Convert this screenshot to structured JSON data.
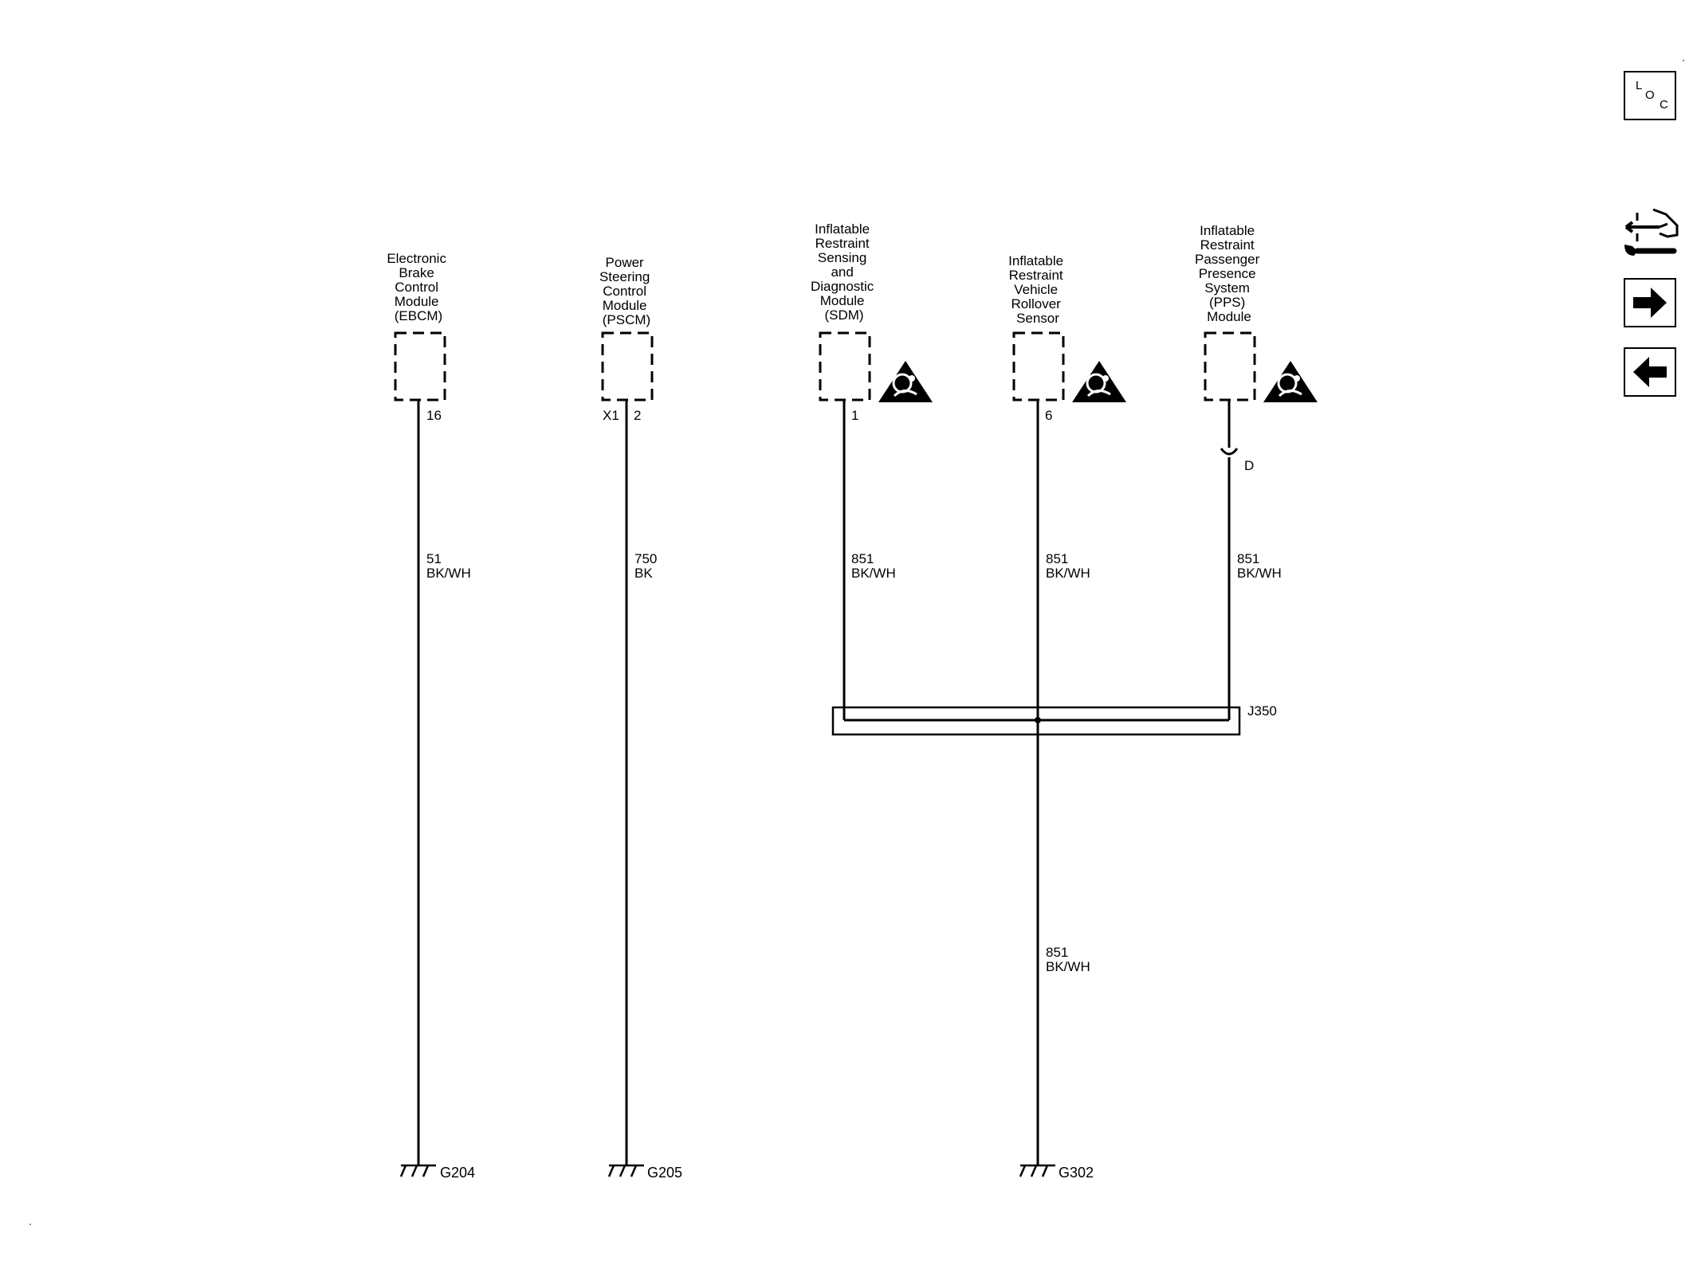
{
  "components": {
    "ebcm": {
      "title": [
        "Electronic",
        "Brake",
        "Control",
        "Module",
        "(EBCM)"
      ],
      "pin": "16"
    },
    "pscm": {
      "title": [
        "Power",
        "Steering",
        "Control",
        "Module",
        "(PSCM)"
      ],
      "connector": "X1",
      "pin": "2"
    },
    "sdm": {
      "title": [
        "Inflatable",
        "Restraint",
        "Sensing",
        "and",
        "Diagnostic",
        "Module",
        "(SDM)"
      ],
      "pin": "1"
    },
    "rollover": {
      "title": [
        "Inflatable",
        "Restraint",
        "Vehicle",
        "Rollover",
        "Sensor"
      ],
      "pin": "6"
    },
    "pps": {
      "title": [
        "Inflatable",
        "Restraint",
        "Passenger",
        "Presence",
        "System",
        "(PPS)",
        "Module"
      ],
      "pin": "D"
    }
  },
  "wires": {
    "ebcm": {
      "circuit": "51",
      "color": "BK/WH"
    },
    "pscm": {
      "circuit": "750",
      "color": "BK"
    },
    "sdm": {
      "circuit": "851",
      "color": "BK/WH"
    },
    "rollover": {
      "circuit": "851",
      "color": "BK/WH"
    },
    "pps": {
      "circuit": "851",
      "color": "BK/WH"
    },
    "rollover_lower": {
      "circuit": "851",
      "color": "BK/WH"
    }
  },
  "splice": {
    "name": "J350"
  },
  "grounds": {
    "g1": "G204",
    "g2": "G205",
    "g3": "G302"
  },
  "side_buttons": {
    "loc": {
      "l": "L",
      "o": "O",
      "c": "C",
      "icon": "loc-icon"
    },
    "tool": {
      "icon": "connector-wrench-icon"
    },
    "next": {
      "icon": "arrow-right-icon"
    },
    "prev": {
      "icon": "arrow-left-icon"
    }
  },
  "colors": {
    "line": "#000000",
    "background": "#ffffff"
  }
}
